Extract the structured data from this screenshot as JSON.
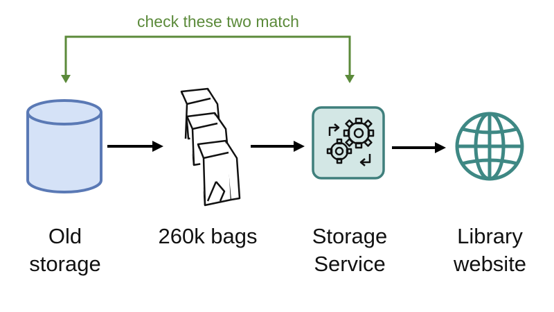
{
  "annotation": {
    "text": "check these two match",
    "color": "#5b8a3a"
  },
  "nodes": [
    {
      "id": "old-storage",
      "icon": "database-icon",
      "lines": [
        "Old",
        "storage"
      ]
    },
    {
      "id": "bags",
      "icon": "bags-icon",
      "lines": [
        "260k bags"
      ]
    },
    {
      "id": "storage-service",
      "icon": "gears-icon",
      "lines": [
        "Storage",
        "Service"
      ]
    },
    {
      "id": "library-website",
      "icon": "globe-icon",
      "lines": [
        "Library",
        "website"
      ]
    }
  ],
  "colors": {
    "database_fill": "#d5e2f7",
    "database_stroke": "#5a79b5",
    "gears_fill": "#d3e7e5",
    "gears_stroke": "#3f7f7c",
    "globe": "#3e8884",
    "arrow": "#000000"
  }
}
